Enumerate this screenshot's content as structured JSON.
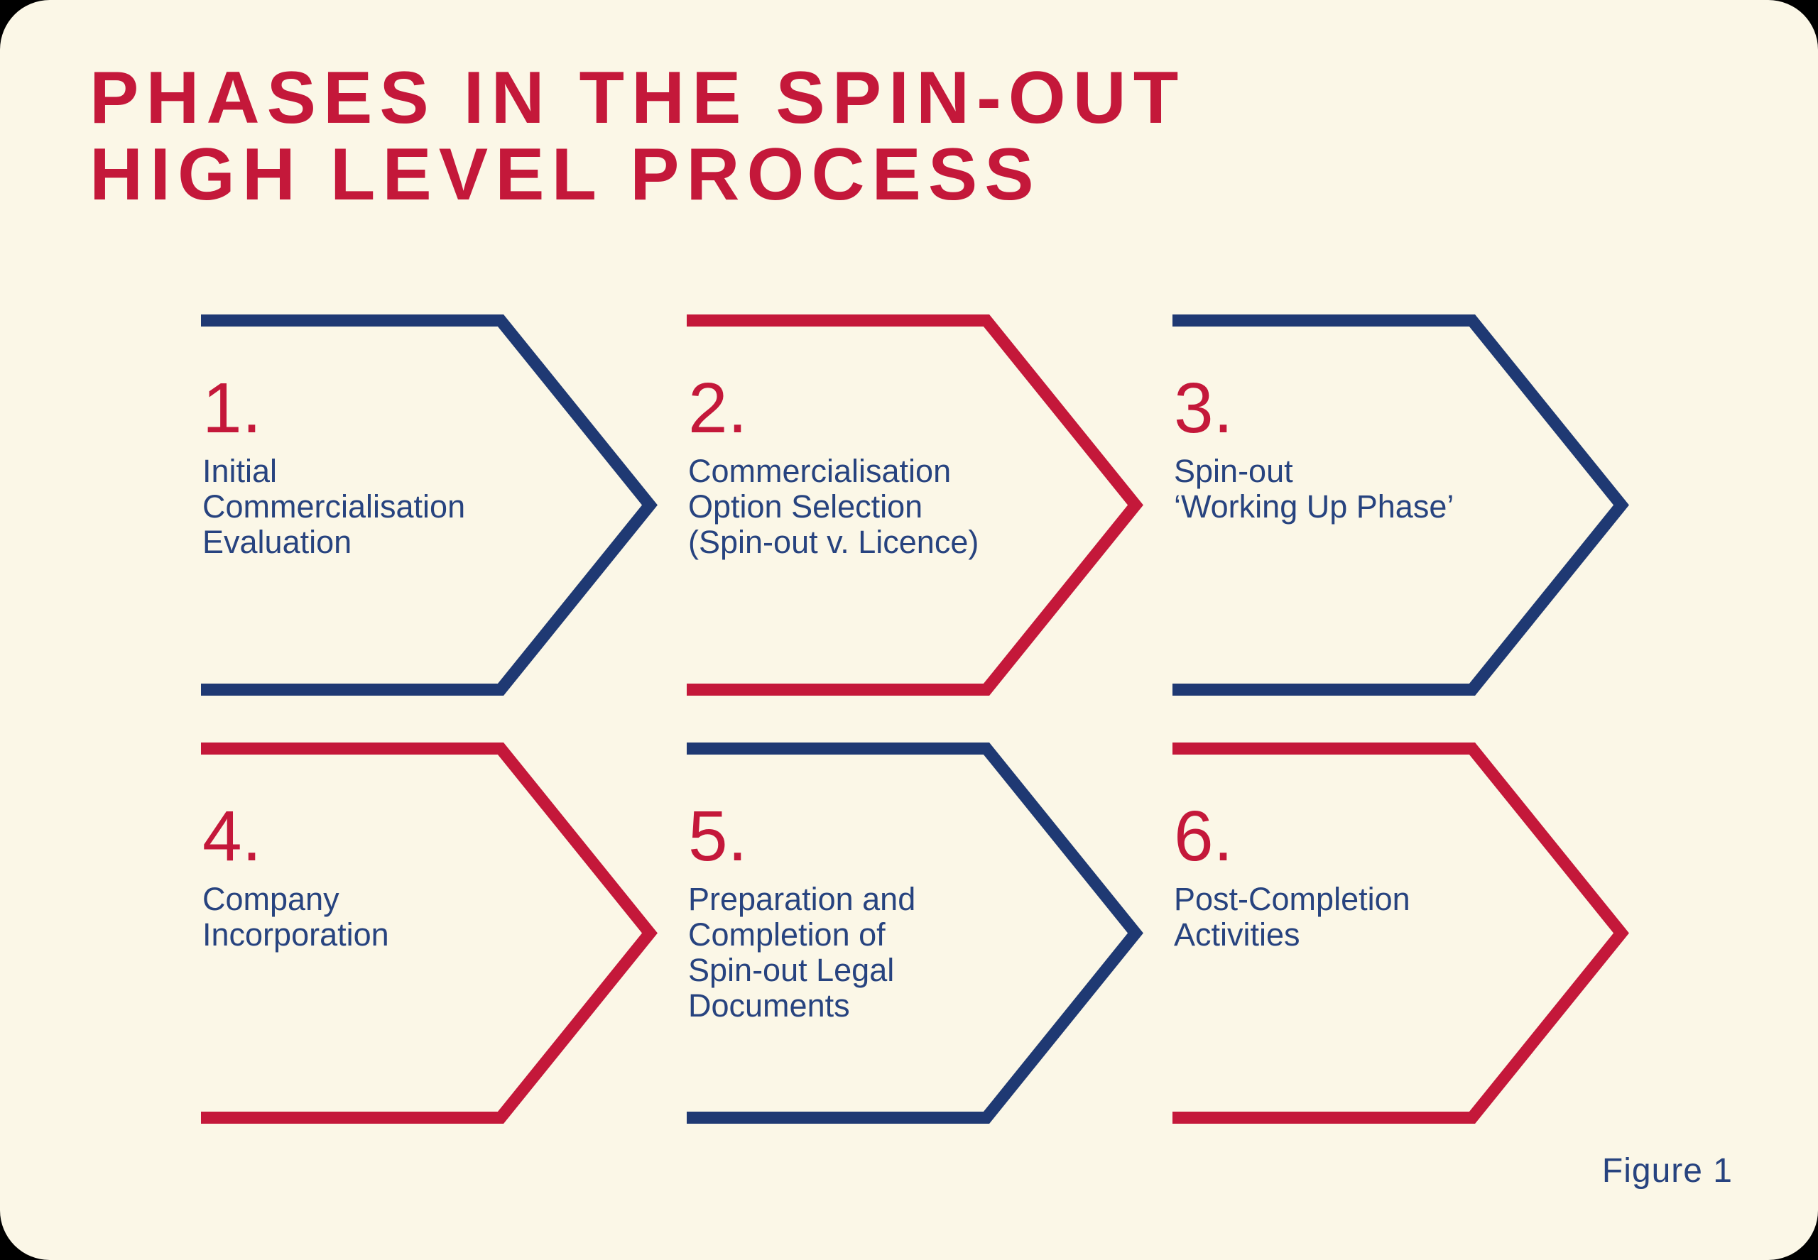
{
  "page": {
    "title": "PHASES IN THE SPIN-OUT\nHIGH LEVEL PROCESS",
    "figure_caption": "Figure 1"
  },
  "colors": {
    "red": "#C4183A",
    "blue": "#1F3973",
    "text_blue": "#27437F",
    "background": "#FBF7E7",
    "outside": "#000000"
  },
  "steps": [
    {
      "number": "1.",
      "label": "Initial\nCommercialisation\nEvaluation",
      "color": "blue"
    },
    {
      "number": "2.",
      "label": "Commercialisation\nOption Selection\n(Spin-out v. Licence)",
      "color": "red"
    },
    {
      "number": "3.",
      "label": "Spin-out\n‘Working Up Phase’",
      "color": "blue"
    },
    {
      "number": "4.",
      "label": "Company\nIncorporation",
      "color": "red"
    },
    {
      "number": "5.",
      "label": "Preparation and\nCompletion of\nSpin-out Legal\nDocuments",
      "color": "blue"
    },
    {
      "number": "6.",
      "label": "Post-Completion\nActivities",
      "color": "red"
    }
  ]
}
